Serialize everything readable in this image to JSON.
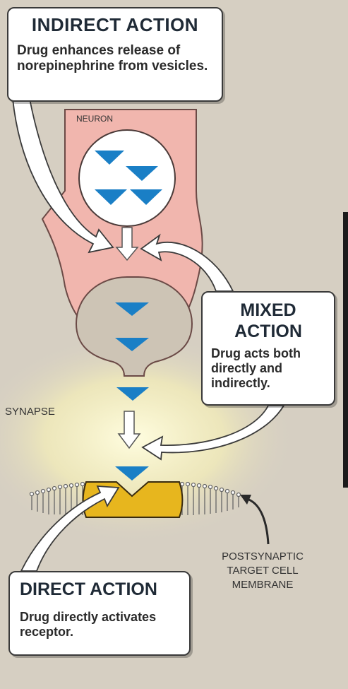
{
  "callouts": {
    "indirect": {
      "title": "INDIRECT ACTION",
      "description": "Drug enhances release of norepinephrine from vesicles."
    },
    "mixed": {
      "title_line1": "MIXED",
      "title_line2": "ACTION",
      "description": "Drug acts both directly and indirectly."
    },
    "direct": {
      "title": "DIRECT ACTION",
      "description": "Drug directly activates receptor."
    }
  },
  "labels": {
    "neuron": "NEURON",
    "synapse": "SYNAPSE",
    "membrane_line1": "POSTSYNAPTIC",
    "membrane_line2": "TARGET CELL",
    "membrane_line3": "MEMBRANE"
  },
  "colors": {
    "neuron": "#f1b6ae",
    "receptor": "#e7b61e",
    "neurotransmitter": "#1a7fc6",
    "synapse_glow": "#fbf7c8",
    "background": "#d6cfc2"
  }
}
